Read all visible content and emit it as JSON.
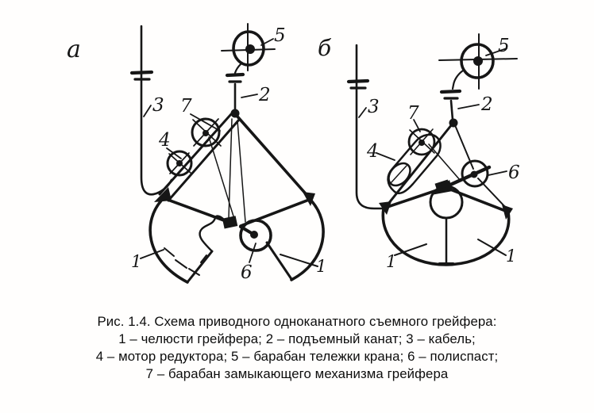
{
  "colors": {
    "ink": "#161616",
    "paper": "#fffefd"
  },
  "panel_a": {
    "label": "а",
    "callouts": {
      "jaw_left": "1",
      "jaw_right": "1",
      "hoist_rope": "2",
      "cable": "3",
      "motor_reducer": "4",
      "trolley_drum": "5",
      "pulley_block": "6",
      "closing_drum": "7"
    }
  },
  "panel_b": {
    "label": "б",
    "callouts": {
      "jaw_left": "1",
      "jaw_right": "1",
      "hoist_rope": "2",
      "cable": "3",
      "motor_reducer": "4",
      "trolley_drum": "5",
      "pulley_block": "6",
      "closing_drum": "7"
    }
  },
  "caption": {
    "lines": [
      "Рис. 1.4. Схема приводного одноканатного съемного грейфера:",
      "1 – челюсти грейфера; 2 – подъемный канат; 3 – кабель;",
      "4 – мотор редуктора; 5 – барабан тележки крана; 6 – полиспаст;",
      "7 – барабан замыкающего механизма грейфера"
    ]
  }
}
